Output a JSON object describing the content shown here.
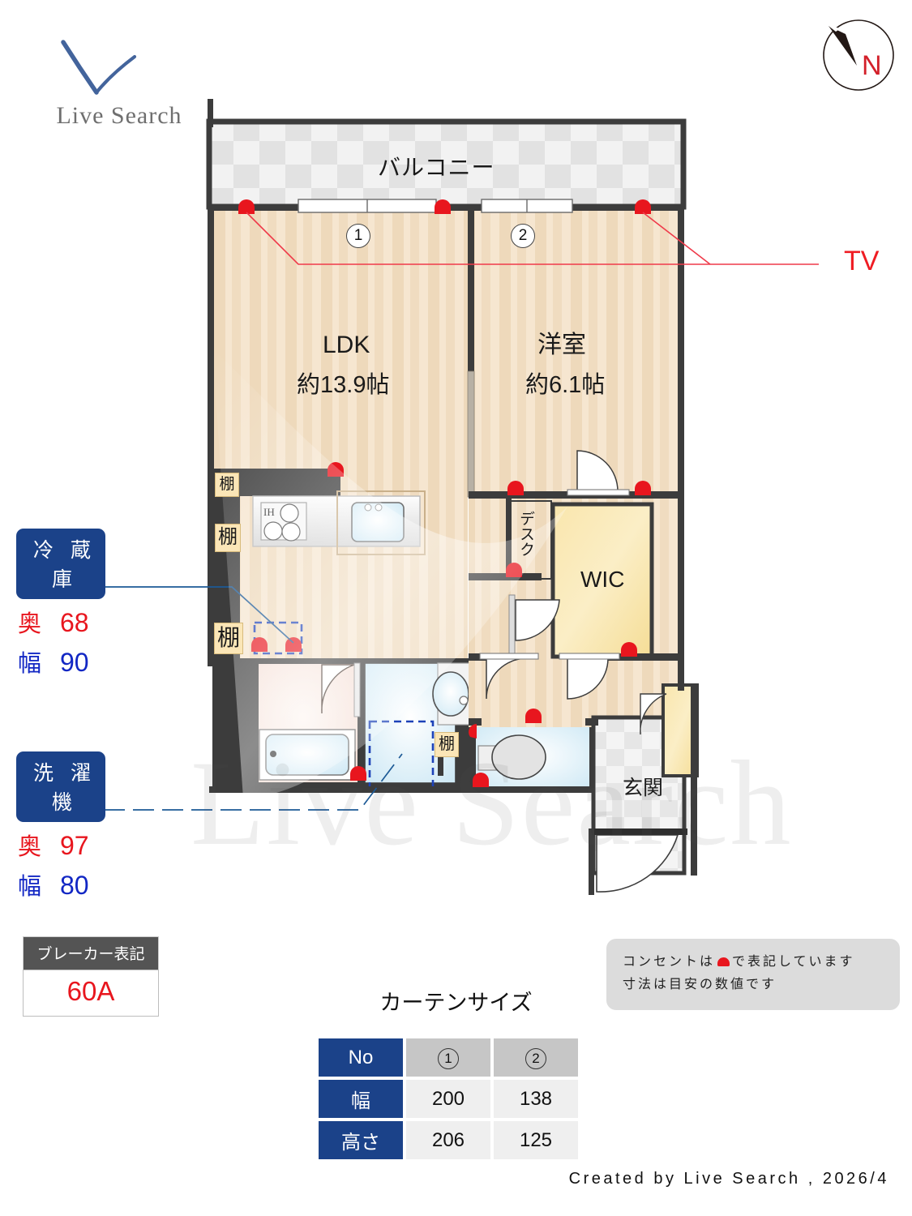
{
  "brand": {
    "name": "Live Search",
    "logo_icon": "checkmark-v-logo"
  },
  "compass": {
    "north_label": "N",
    "icon": "compass-north-arrow-icon",
    "needle_color": "#231815",
    "label_color": "#e8161e"
  },
  "floorplan": {
    "rooms": [
      {
        "id": "balcony",
        "label": "バルコニー"
      },
      {
        "id": "ldk",
        "name": "LDK",
        "area": "約13.9帖"
      },
      {
        "id": "washitsu",
        "name": "洋室",
        "area": "約6.1帖"
      },
      {
        "id": "wic",
        "label": "WIC"
      },
      {
        "id": "genkan",
        "label": "玄関"
      },
      {
        "id": "desk",
        "label": "デスク"
      }
    ],
    "shelf_tags": [
      {
        "id": "tana-1",
        "label": "棚"
      },
      {
        "id": "tana-2",
        "label": "棚"
      },
      {
        "id": "tana-3",
        "label": "棚"
      },
      {
        "id": "tana-4",
        "label": "棚"
      }
    ],
    "window_markers": [
      {
        "id": "win-1",
        "label": "1"
      },
      {
        "id": "win-2",
        "label": "2"
      }
    ],
    "tv_marker": {
      "label": "TV",
      "color": "#ef1c23"
    },
    "appliance_icons": {
      "cooktop": "IH",
      "cooktop_name": "ih-cooktop-icon",
      "sink_name": "kitchen-sink-icon",
      "bathtub_name": "bathtub-icon",
      "toilet_name": "toilet-icon",
      "washbasin_name": "washbasin-mirror-icon"
    },
    "colors": {
      "wall": "#3c3c3c",
      "floor_wood": "#f4e2cb",
      "wic_floor": "#f7e09a",
      "tile": "#efefef",
      "water_room": "#dcf0f8",
      "outlet": "#e8161e"
    }
  },
  "callouts": [
    {
      "id": "refrigerator",
      "title": "冷 蔵 庫",
      "depth_label": "奥",
      "depth_value": "68",
      "width_label": "幅",
      "width_value": "90"
    },
    {
      "id": "washing-machine",
      "title": "洗 濯 機",
      "depth_label": "奥",
      "depth_value": "97",
      "width_label": "幅",
      "width_value": "80"
    }
  ],
  "breaker": {
    "title": "ブレーカー表記",
    "value": "60A"
  },
  "note": {
    "line1_pre": "コンセントは",
    "line1_post": "で表記しています",
    "line2": "寸法は目安の数値です"
  },
  "curtain": {
    "title": "カーテンサイズ",
    "row_headers": [
      "No",
      "幅",
      "高さ"
    ],
    "columns": [
      "1",
      "2"
    ],
    "width_values": [
      "200",
      "138"
    ],
    "height_values": [
      "206",
      "125"
    ]
  },
  "credit": "Created by Live Search , 2026/4",
  "watermark": "Live Search"
}
